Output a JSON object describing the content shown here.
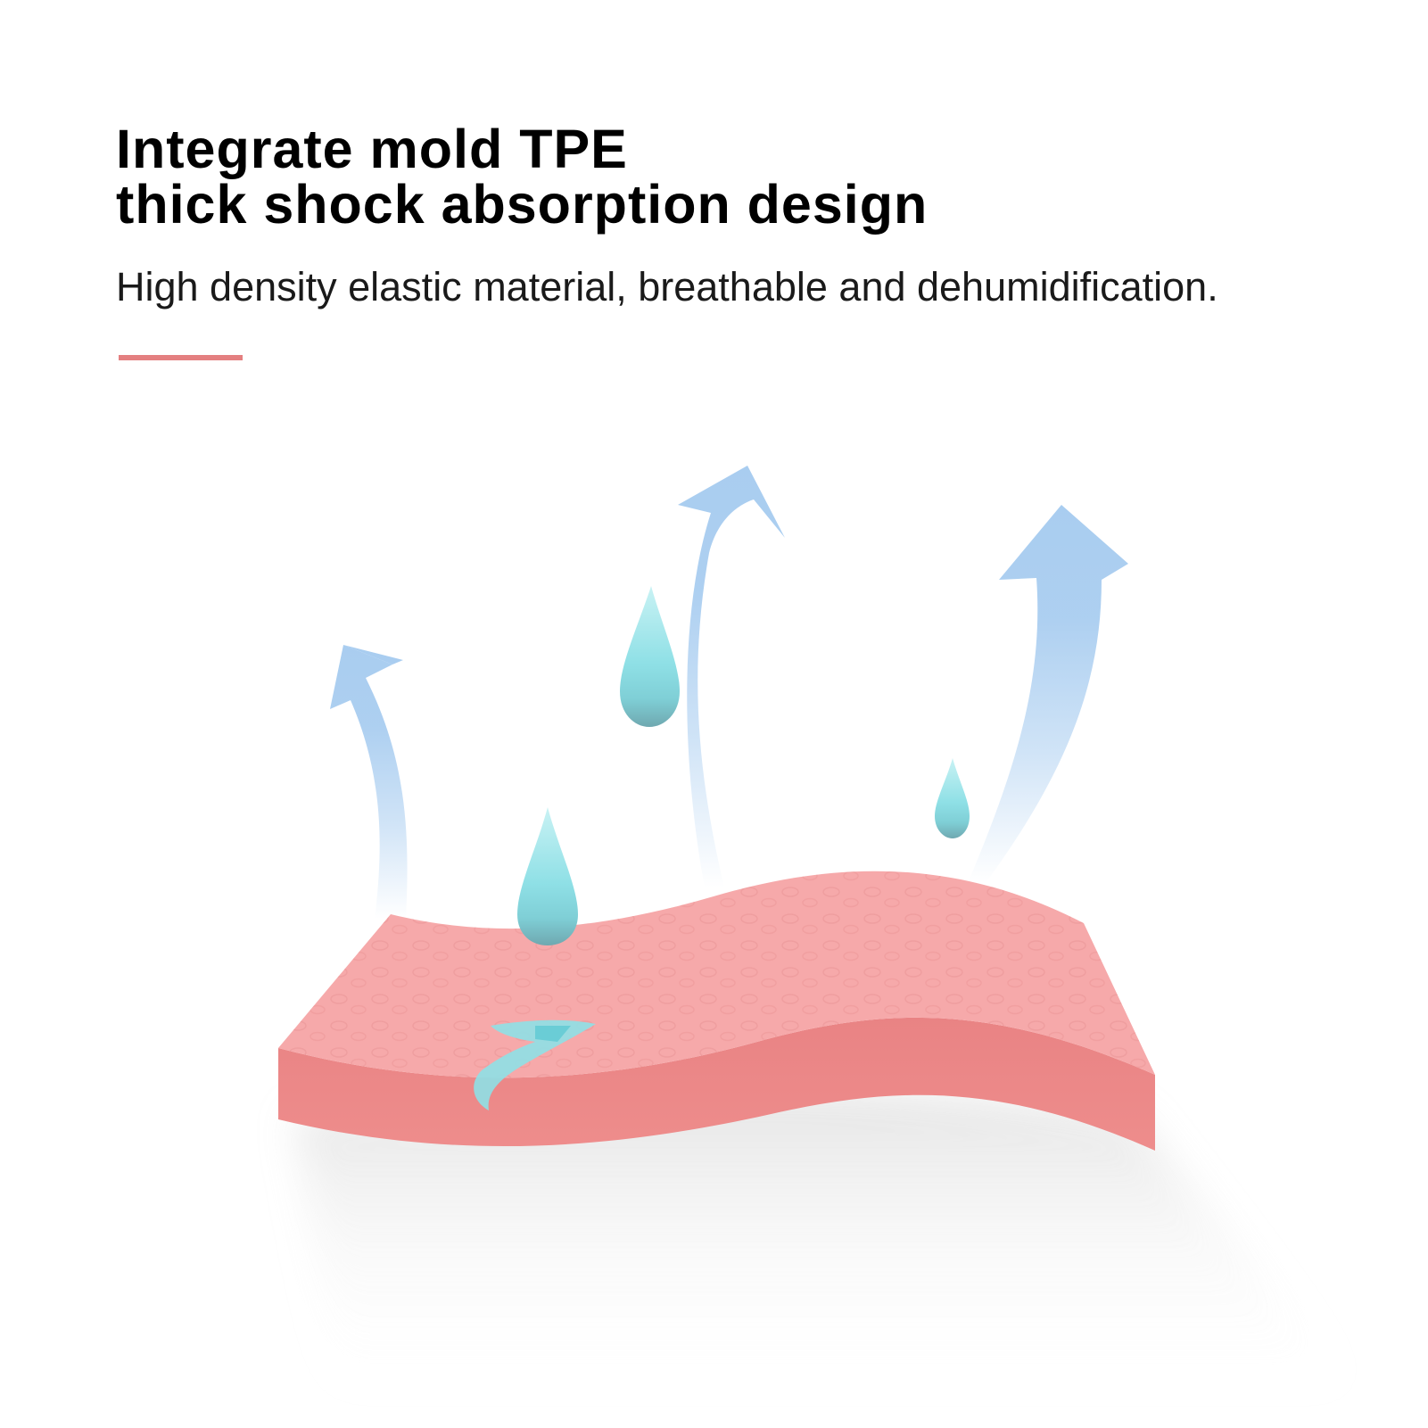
{
  "header": {
    "title_line1": "Integrate mold TPE",
    "title_line2": "thick shock absorption design",
    "subtitle": "High density elastic material, breathable and dehumidification."
  },
  "colors": {
    "accent": "#e47f80",
    "mat_top": "#f6a9aa",
    "mat_side": "#ea8585",
    "arrow": "#a9cdf0",
    "droplet": "#8fe0e6"
  },
  "illustration": {
    "icons": [
      "airflow-arrow-icon",
      "water-droplet-icon",
      "tpe-mat-icon"
    ]
  }
}
